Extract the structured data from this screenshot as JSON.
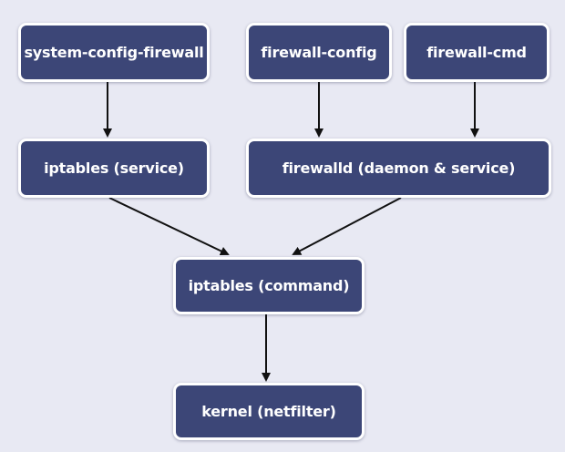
{
  "diagram": {
    "nodes": {
      "system_config_firewall": "system-config-firewall",
      "firewall_config": "firewall-config",
      "firewall_cmd": "firewall-cmd",
      "iptables_service": "iptables (service)",
      "firewalld": "firewalld (daemon & service)",
      "iptables_command": "iptables (command)",
      "kernel": "kernel (netfilter)"
    },
    "edges": [
      {
        "from": "system-config-firewall",
        "to": "iptables (service)"
      },
      {
        "from": "firewall-config",
        "to": "firewalld (daemon & service)"
      },
      {
        "from": "firewall-cmd",
        "to": "firewalld (daemon & service)"
      },
      {
        "from": "iptables (service)",
        "to": "iptables (command)"
      },
      {
        "from": "firewalld (daemon & service)",
        "to": "iptables (command)"
      },
      {
        "from": "iptables (command)",
        "to": "kernel (netfilter)"
      }
    ],
    "colors": {
      "background": "#e8e9f3",
      "node_fill": "#3c4677",
      "node_border": "#ffffff",
      "node_text": "#ffffff",
      "arrow": "#111111"
    }
  }
}
